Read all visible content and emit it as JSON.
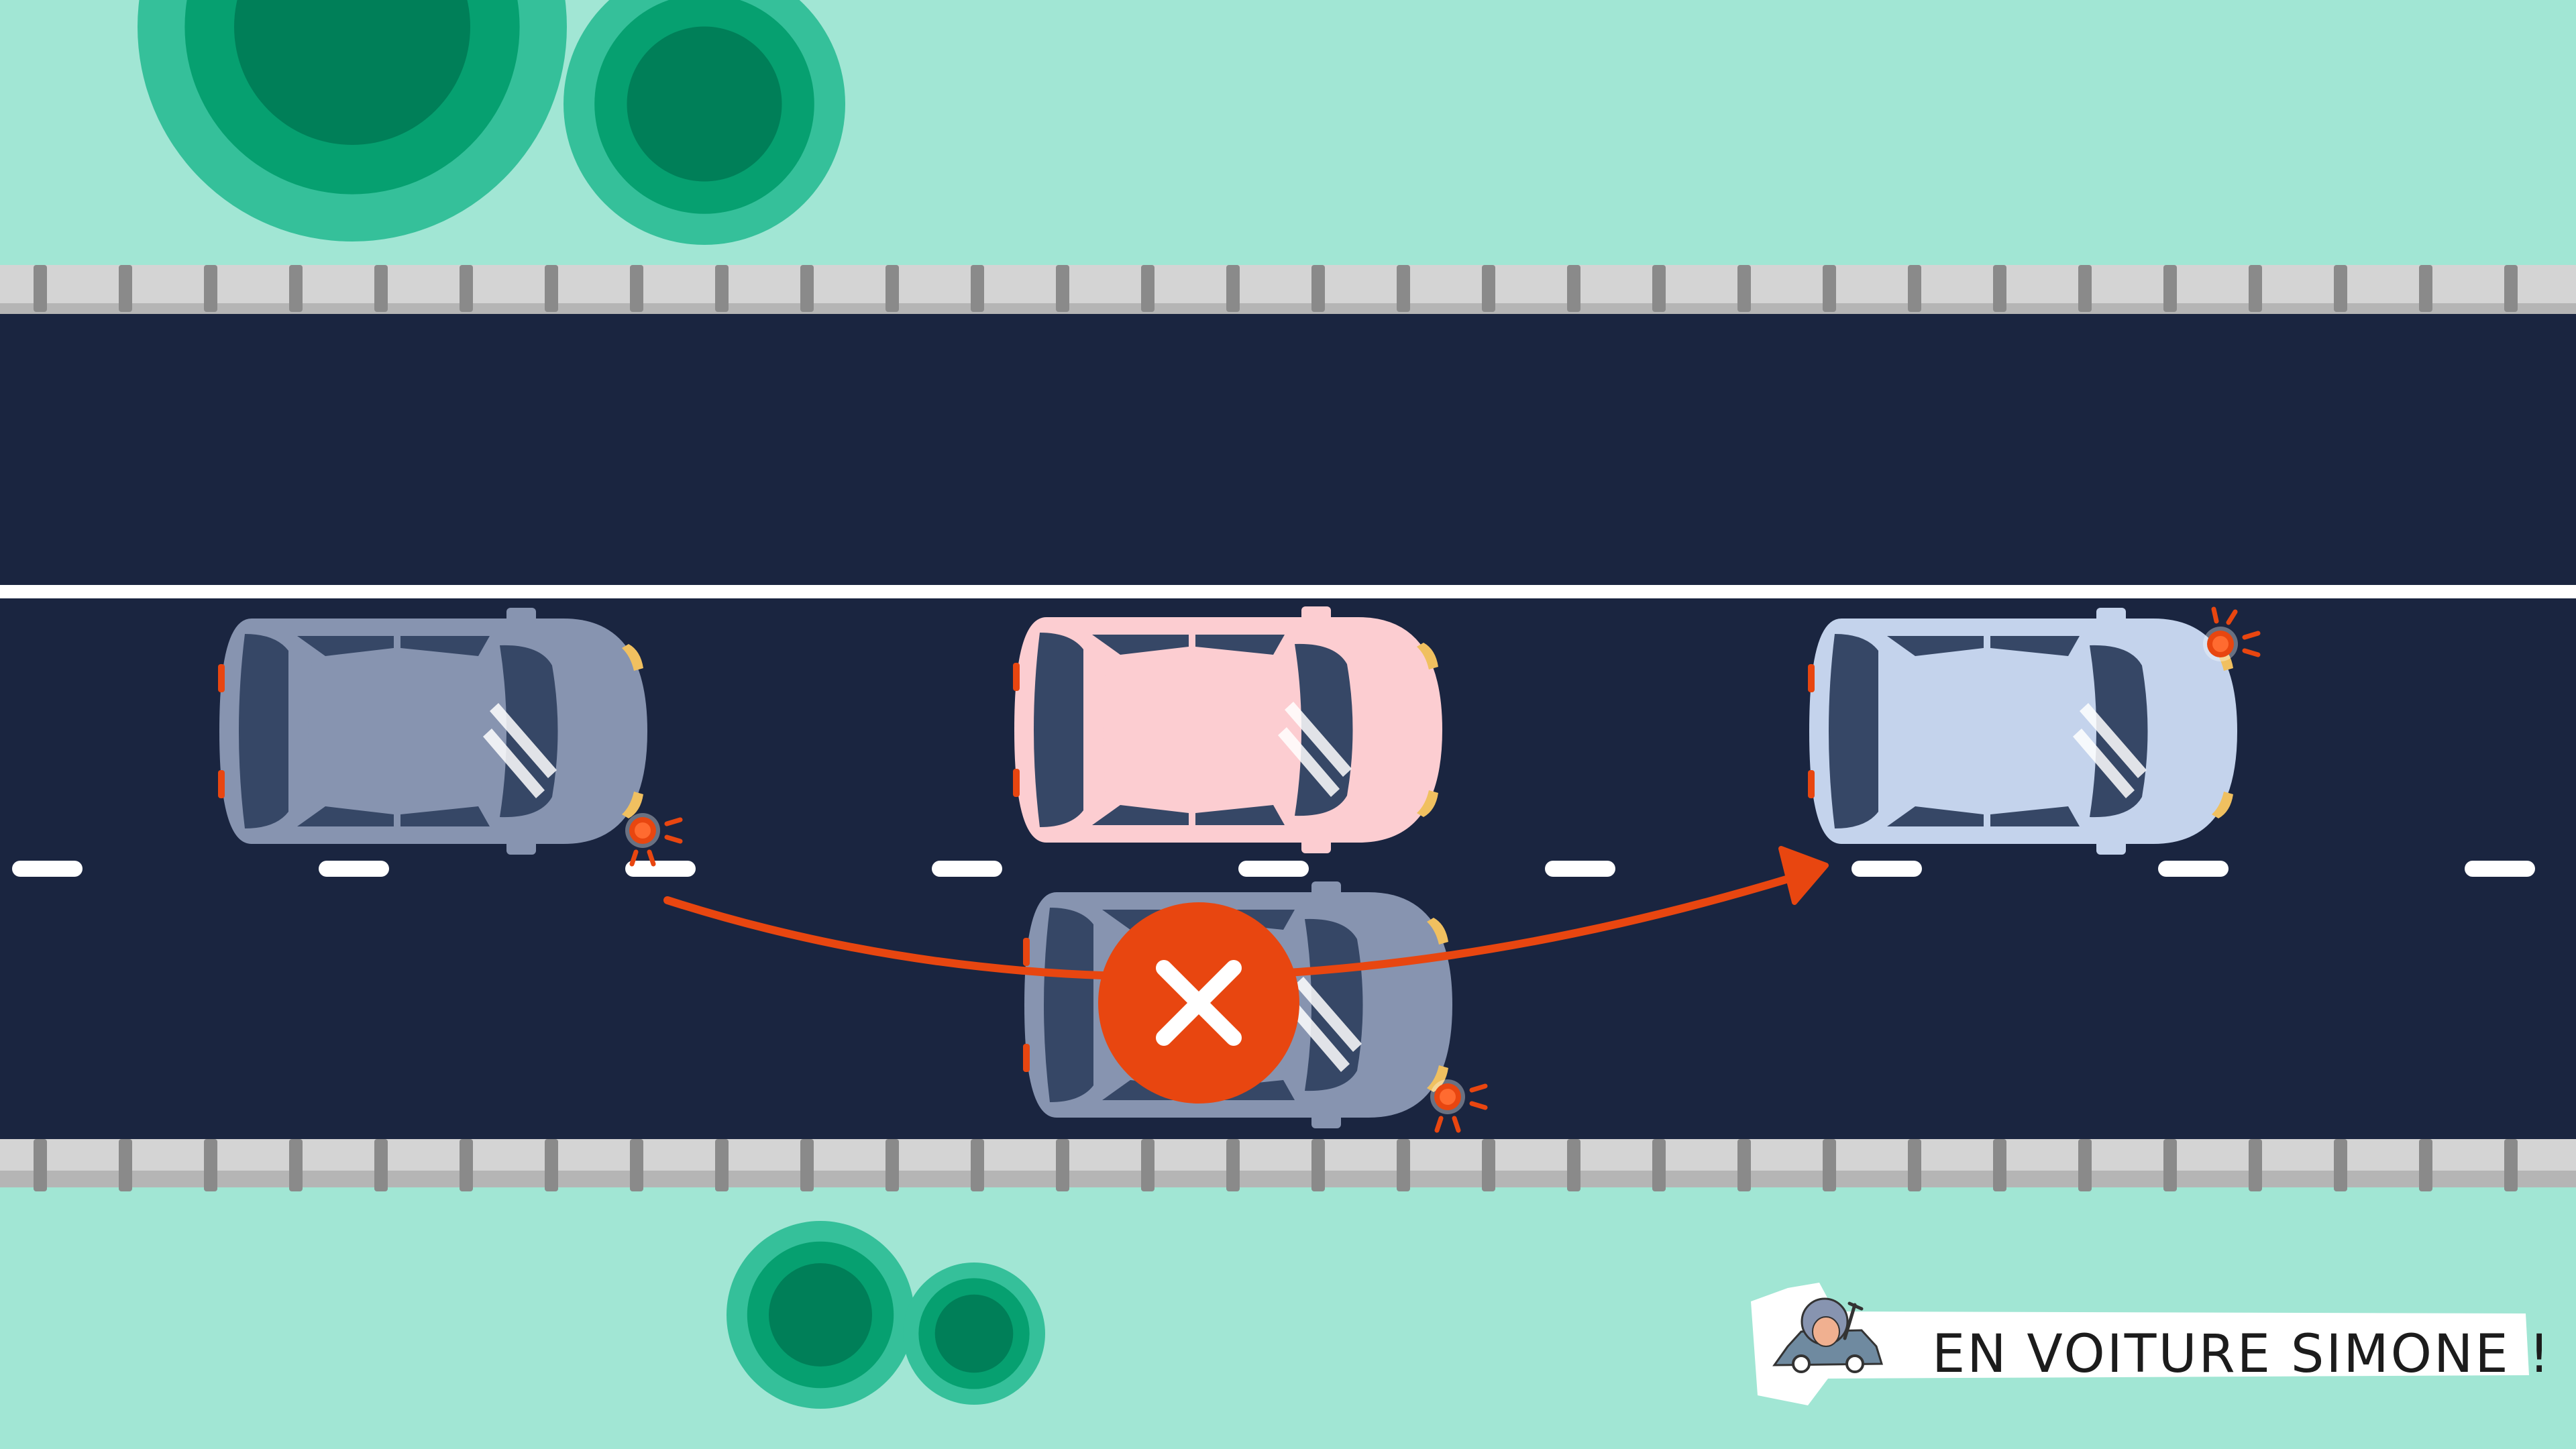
{
  "brand": {
    "text": "EN VOITURE SIMONE !"
  },
  "colors": {
    "grass": "#a1e6d4",
    "road": "#1a2540",
    "lane_marking": "#ffffff",
    "barrier": "#d4d4d4",
    "barrier_post": "#8a8a8a",
    "tree_outer": "#35c09a",
    "tree_mid": "#06a070",
    "tree_inner": "#007f58",
    "arrow": "#e84610",
    "forbidden_badge": "#e84610",
    "car_grey": "#8794b0",
    "car_pink": "#fccdd1",
    "car_light_blue": "#c4d3ec",
    "car_dark_glass": "#364766",
    "blinker": "#e84610"
  },
  "icons": {
    "forbidden": "x-mark-icon",
    "blinker": "blinker-light-icon",
    "mascot": "car-with-driver-icon"
  },
  "scene": {
    "cars": [
      {
        "name": "grey-car-left",
        "color": "car_grey",
        "blinker": "right-front"
      },
      {
        "name": "pink-car-middle",
        "color": "car_pink",
        "blinker": "none"
      },
      {
        "name": "light-blue-car-right",
        "color": "car_light_blue",
        "blinker": "left-front"
      },
      {
        "name": "grey-car-lower",
        "color": "car_grey",
        "blinker": "right-front"
      }
    ],
    "maneuver": "forbidden-overtake"
  }
}
